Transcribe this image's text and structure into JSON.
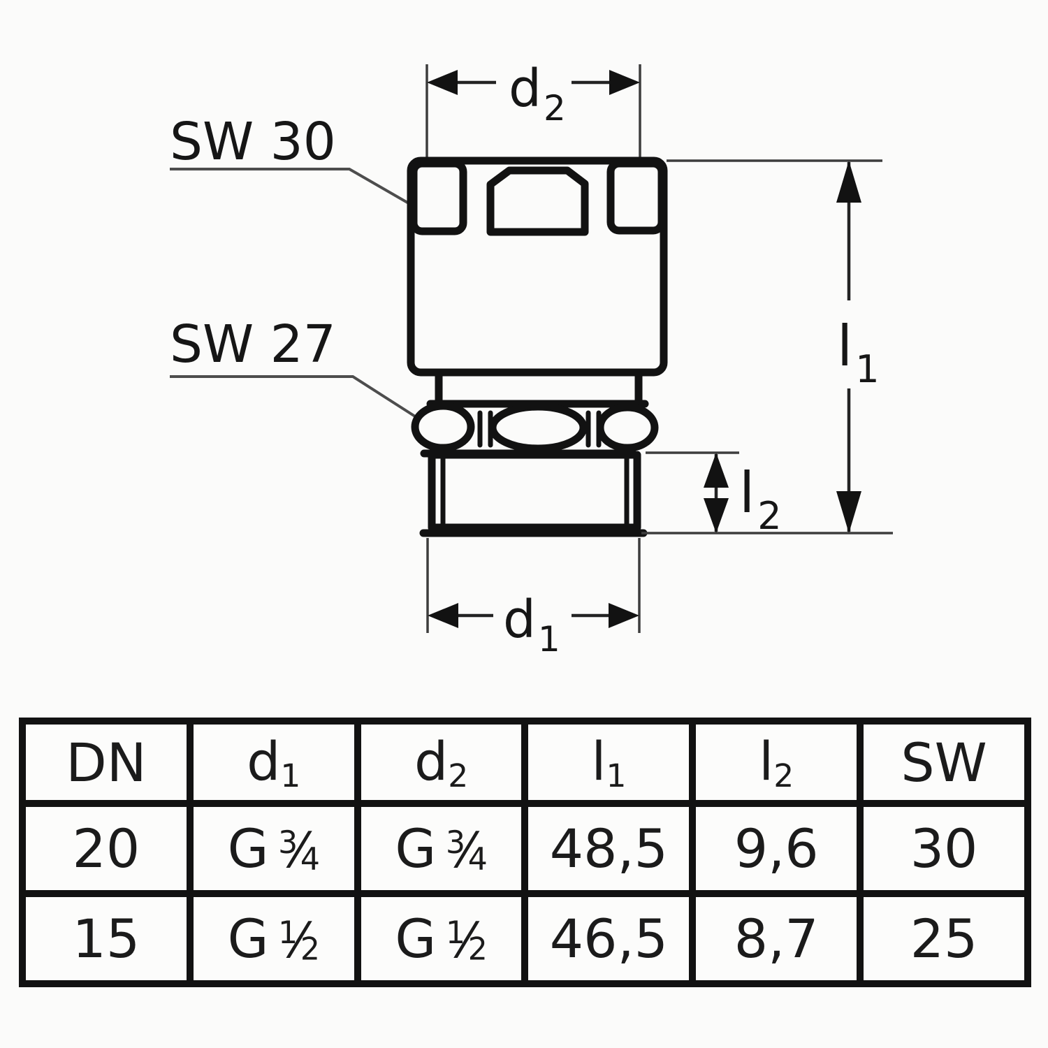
{
  "drawing": {
    "labels": {
      "sw30": "SW 30",
      "sw27": "SW 27",
      "d2": {
        "base": "d",
        "sub": "2"
      },
      "d1": {
        "base": "d",
        "sub": "1"
      },
      "l1": {
        "base": "l",
        "sub": "1"
      },
      "l2": {
        "base": "l",
        "sub": "2"
      }
    },
    "colors": {
      "line": "#121212",
      "dimension": "#232323",
      "leader": "#4d4d4d",
      "background": "#fbfbfa"
    }
  },
  "table": {
    "fraction_slash": "⁄",
    "headers": [
      {
        "base": "DN",
        "sub": ""
      },
      {
        "base": "d",
        "sub": "1"
      },
      {
        "base": "d",
        "sub": "2"
      },
      {
        "base": "l",
        "sub": "1"
      },
      {
        "base": "l",
        "sub": "2"
      },
      {
        "base": "SW",
        "sub": ""
      }
    ],
    "rows": [
      [
        {
          "text": "20"
        },
        {
          "prefix": "G",
          "num": "3",
          "den": "4"
        },
        {
          "prefix": "G",
          "num": "3",
          "den": "4"
        },
        {
          "text": "48,5"
        },
        {
          "text": "9,6"
        },
        {
          "text": "30"
        }
      ],
      [
        {
          "text": "15"
        },
        {
          "prefix": "G",
          "num": "1",
          "den": "2"
        },
        {
          "prefix": "G",
          "num": "1",
          "den": "2"
        },
        {
          "text": "46,5"
        },
        {
          "text": "8,7"
        },
        {
          "text": "25"
        }
      ]
    ]
  }
}
